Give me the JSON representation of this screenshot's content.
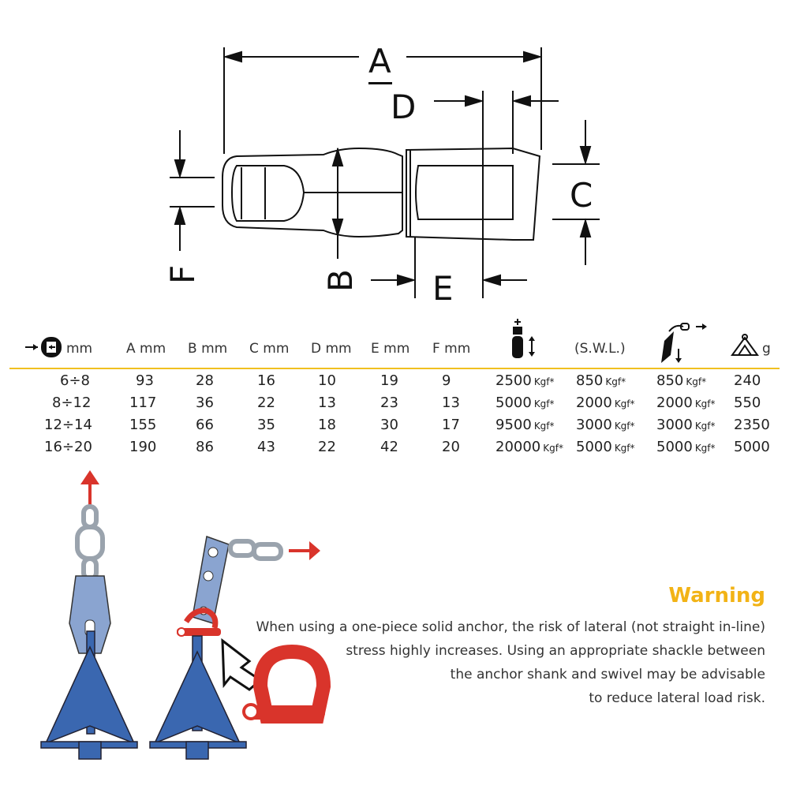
{
  "diagram": {
    "labels": {
      "A": "A",
      "B": "B",
      "C": "C",
      "D": "D",
      "E": "E",
      "F": "F"
    }
  },
  "table": {
    "headers": {
      "chain_size": "mm",
      "a": "A mm",
      "b": "B mm",
      "c": "C mm",
      "d": "D mm",
      "e": "E mm",
      "f": "F mm",
      "swl": "(S.W.L.)",
      "weight": "g"
    },
    "icons": {
      "chain_size": "chain-size-icon",
      "breaking_load": "vertical-load-icon",
      "lateral_load": "lateral-load-icon",
      "weight": "weight-icon"
    },
    "rows": [
      {
        "size": "6÷8",
        "a": "93",
        "b": "28",
        "c": "16",
        "d": "10",
        "e": "19",
        "f": "9",
        "breaking": "2500",
        "swl": "850",
        "lateral": "850",
        "weight": "240",
        "unit": "Kgf*"
      },
      {
        "size": "8÷12",
        "a": "117",
        "b": "36",
        "c": "22",
        "d": "13",
        "e": "23",
        "f": "13",
        "breaking": "5000",
        "swl": "2000",
        "lateral": "2000",
        "weight": "550",
        "unit": "Kgf*"
      },
      {
        "size": "12÷14",
        "a": "155",
        "b": "66",
        "c": "35",
        "d": "18",
        "e": "30",
        "f": "17",
        "breaking": "9500",
        "swl": "3000",
        "lateral": "3000",
        "weight": "2350",
        "unit": "Kgf*"
      },
      {
        "size": "16÷20",
        "a": "190",
        "b": "86",
        "c": "43",
        "d": "22",
        "e": "42",
        "f": "20",
        "breaking": "20000",
        "swl": "5000",
        "lateral": "5000",
        "weight": "5000",
        "unit": "Kgf*"
      }
    ]
  },
  "warning": {
    "title": "Warning",
    "lines": [
      "When using a one-piece solid anchor, the risk of lateral (not straight in-line)",
      "stress highly increases. Using an appropriate shackle between",
      "the anchor shank and swivel may be advisable",
      "to reduce lateral load risk."
    ]
  },
  "colors": {
    "accent_yellow": "#f2b316",
    "rule_yellow": "#f0c020",
    "anchor_blue": "#3a67b0",
    "shackle_red": "#d9342b",
    "arrow_red": "#d9342b",
    "chain_grey": "#9aa3ad"
  }
}
